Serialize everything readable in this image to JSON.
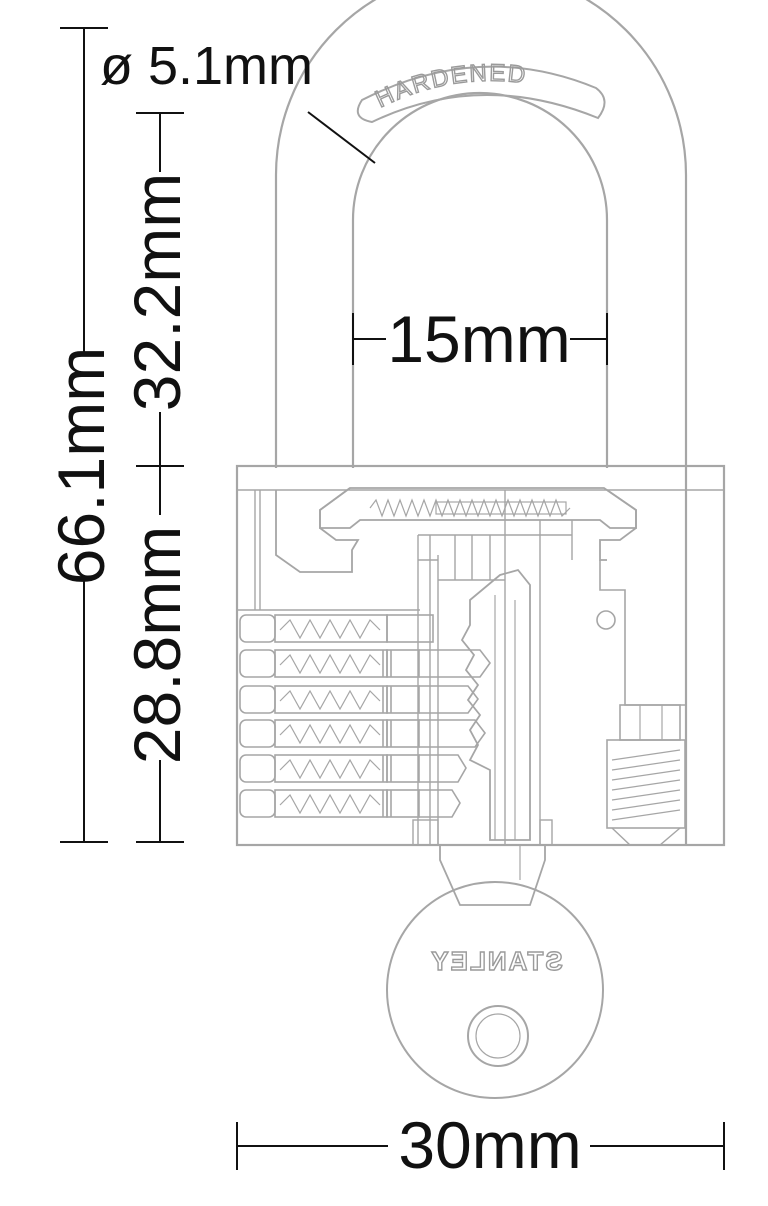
{
  "dimensions": {
    "shackle_diameter": "ø 5.1mm",
    "shackle_clearance": "32.2mm",
    "total_height": "66.1mm",
    "inner_width": "15mm",
    "body_height": "28.8mm",
    "body_width": "30mm"
  },
  "engravings": {
    "shackle": "HARDENED",
    "key": "STANLEY"
  },
  "colors": {
    "outline": "#a6a6a6",
    "dimension_line": "#111111",
    "text": "#111111"
  }
}
